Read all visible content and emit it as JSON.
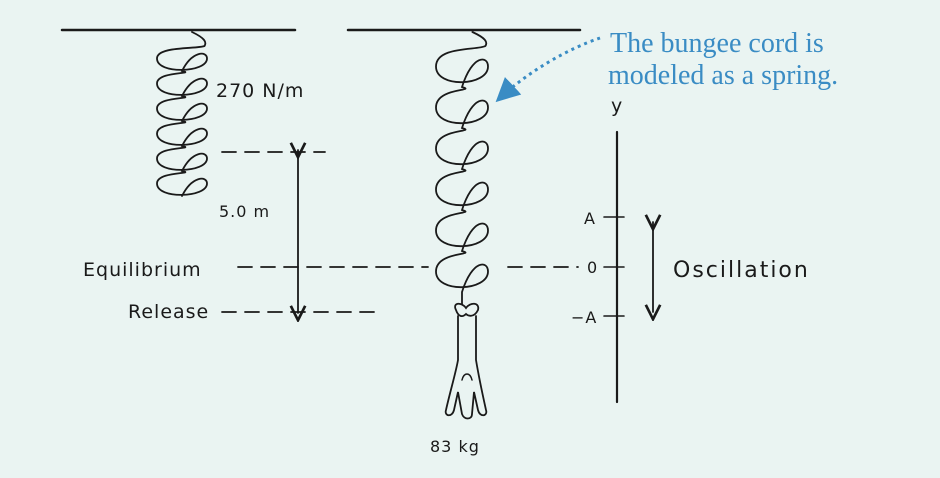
{
  "diagram": {
    "spring_constant_label": "270 N/m",
    "stretch_label": "5.0 m",
    "equilibrium_label": "Equilibrium",
    "release_label": "Release",
    "mass_label": "83 kg",
    "axis_label": "y",
    "axis_ticks": [
      "A",
      "0",
      "−A"
    ],
    "oscillation_label": "Oscillation",
    "callout_line1": "The bungee cord is",
    "callout_line2": "modeled as a spring.",
    "callout_color": "#3a8cc4"
  }
}
